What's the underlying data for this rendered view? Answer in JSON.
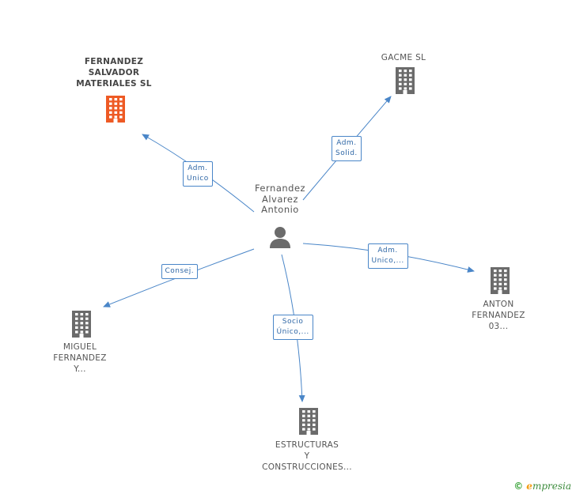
{
  "center": {
    "name_lines": [
      "Fernandez",
      "Alvarez",
      "Antonio"
    ],
    "icon": "person-icon"
  },
  "companies": [
    {
      "id": "fernandez-salvador",
      "lines": [
        "FERNANDEZ",
        "SALVADOR",
        "MATERIALES SL"
      ],
      "color": "#ee5a24",
      "highlight": true,
      "icon": "building-icon"
    },
    {
      "id": "gacme",
      "lines": [
        "GACME SL"
      ],
      "color": "#6b6b6b",
      "icon": "building-icon"
    },
    {
      "id": "anton-fernandez",
      "lines": [
        "ANTON",
        "FERNANDEZ",
        "03..."
      ],
      "color": "#6b6b6b",
      "icon": "building-icon"
    },
    {
      "id": "estructuras",
      "lines": [
        "ESTRUCTURAS",
        "Y",
        "CONSTRUCCIONES..."
      ],
      "color": "#6b6b6b",
      "icon": "building-icon"
    },
    {
      "id": "miguel-fernandez",
      "lines": [
        "MIGUEL",
        "FERNANDEZ",
        "Y..."
      ],
      "color": "#6b6b6b",
      "icon": "building-icon"
    }
  ],
  "relations": [
    {
      "target": "fernandez-salvador",
      "lines": [
        "Adm.",
        "Unico"
      ]
    },
    {
      "target": "gacme",
      "lines": [
        "Adm.",
        "Solid."
      ]
    },
    {
      "target": "anton-fernandez",
      "lines": [
        "Adm.",
        "Unico,..."
      ]
    },
    {
      "target": "estructuras",
      "lines": [
        "Socio",
        "Único,..."
      ]
    },
    {
      "target": "miguel-fernandez",
      "lines": [
        "Consej."
      ]
    }
  ],
  "colors": {
    "edge": "#4a86c8",
    "building": "#6b6b6b",
    "highlight": "#ee5a24",
    "person": "#6b6b6b"
  },
  "brand": {
    "copyright": "©",
    "e": "e",
    "rest": "mpresia"
  }
}
